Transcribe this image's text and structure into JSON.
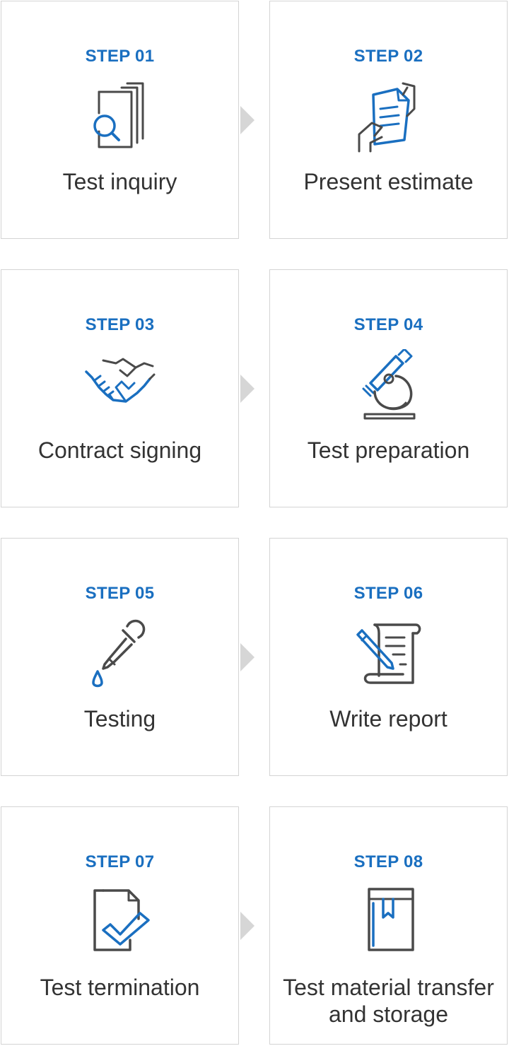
{
  "steps": [
    {
      "label": "STEP 01",
      "title": "Test inquiry",
      "icon": "document-search-icon"
    },
    {
      "label": "STEP 02",
      "title": "Present estimate",
      "icon": "document-handover-icon"
    },
    {
      "label": "STEP 03",
      "title": "Contract signing",
      "icon": "handshake-icon"
    },
    {
      "label": "STEP 04",
      "title": "Test preparation",
      "icon": "microscope-icon"
    },
    {
      "label": "STEP 05",
      "title": "Testing",
      "icon": "dropper-icon"
    },
    {
      "label": "STEP 06",
      "title": "Write report",
      "icon": "scroll-pen-icon"
    },
    {
      "label": "STEP 07",
      "title": "Test termination",
      "icon": "document-check-icon"
    },
    {
      "label": "STEP 08",
      "title": "Test material transfer and storage",
      "icon": "bookmark-book-icon"
    }
  ],
  "colors": {
    "accent": "#1a6fc0",
    "icon_gray": "#4a4a4a",
    "border": "#d4d4d4",
    "arrow": "#d6d6d6",
    "text": "#333333"
  }
}
